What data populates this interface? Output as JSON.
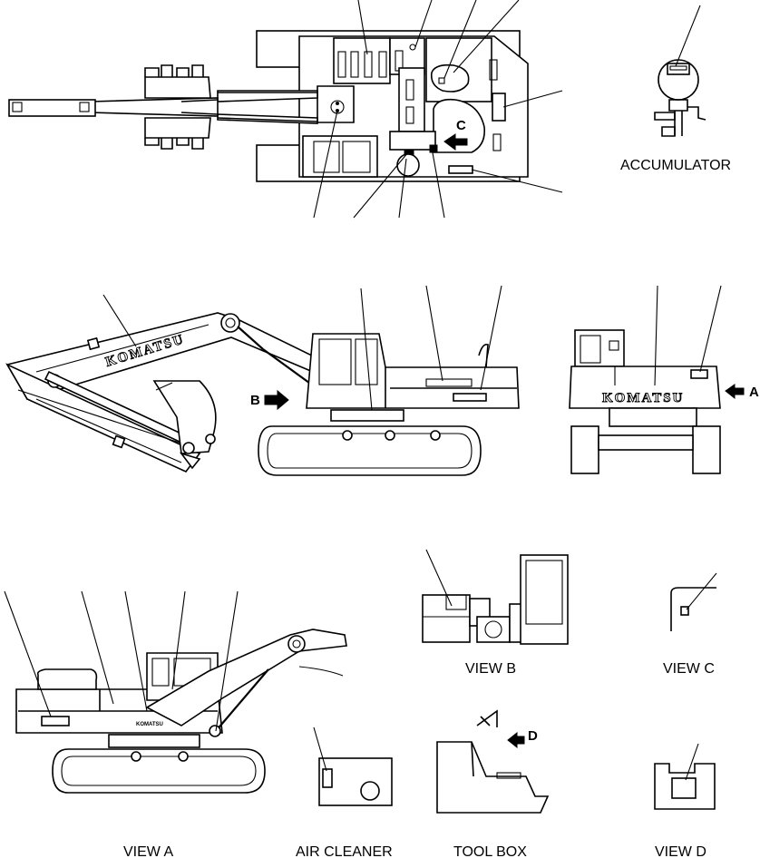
{
  "labels": {
    "accumulator": "ACCUMULATOR",
    "view_a": "VIEW A",
    "view_b": "VIEW B",
    "view_c": "VIEW C",
    "view_d": "VIEW D",
    "air_cleaner": "AIR CLEANER",
    "tool_box": "TOOL BOX"
  },
  "arrows": {
    "a": "A",
    "b": "B",
    "c": "C",
    "d": "D"
  },
  "brand": {
    "boom_text": "KOMATSU",
    "rear_text": "KOMATSU",
    "side_text": "KOMATSU"
  }
}
